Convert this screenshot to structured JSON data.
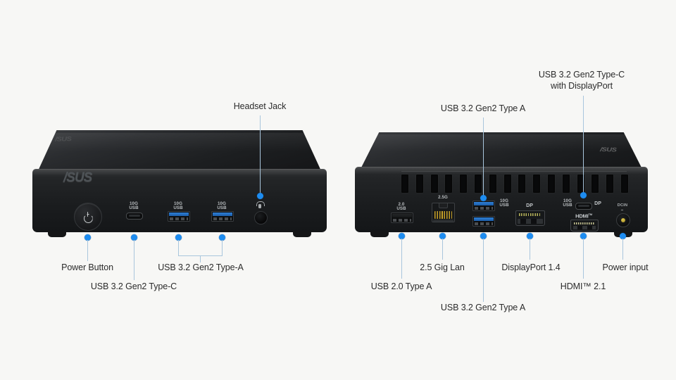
{
  "diagram": {
    "title": "ASUS NUC front and rear port layout",
    "background_color": "#f7f7f5",
    "accent_color": "#1d8cf0",
    "lead_color": "#a9c6dd",
    "label_color": "#2b2b2b",
    "brand": "/SUS"
  },
  "front": {
    "brand_logo": "/SUS",
    "lid_logo": "/SUS",
    "silkscreen": {
      "usb_c": "10G\nUSB",
      "usb_a_1": "10G\nUSB",
      "usb_a_2": "10G\nUSB"
    },
    "callouts": [
      {
        "label": "Headset Jack"
      },
      {
        "label": "Power Button"
      },
      {
        "label": "USB 3.2 Gen2 Type-C"
      },
      {
        "label": "USB 3.2 Gen2 Type-A"
      }
    ]
  },
  "rear": {
    "lid_logo": "/SUS",
    "silkscreen": {
      "usb_20": "2.0\nUSB",
      "lan": "2.5G",
      "usb_a_10g": "10G\nUSB",
      "usb_c_10g": "10G\nUSB",
      "dp_c": "DP",
      "dp": "DP",
      "hdmi": "HDMI",
      "hdmi_tm": "TM",
      "dcin": "DCIN",
      "dcin_sub": "⎓"
    },
    "callouts": [
      {
        "label": "USB 3.2 Gen2 Type A"
      },
      {
        "label": "USB 3.2 Gen2 Type-C\nwith DisplayPort"
      },
      {
        "label": "USB 2.0 Type A"
      },
      {
        "label": "2.5 Gig Lan"
      },
      {
        "label": "USB 3.2 Gen2 Type A"
      },
      {
        "label": "DisplayPort 1.4"
      },
      {
        "label": "HDMI™ 2.1"
      },
      {
        "label": "Power input"
      }
    ]
  }
}
